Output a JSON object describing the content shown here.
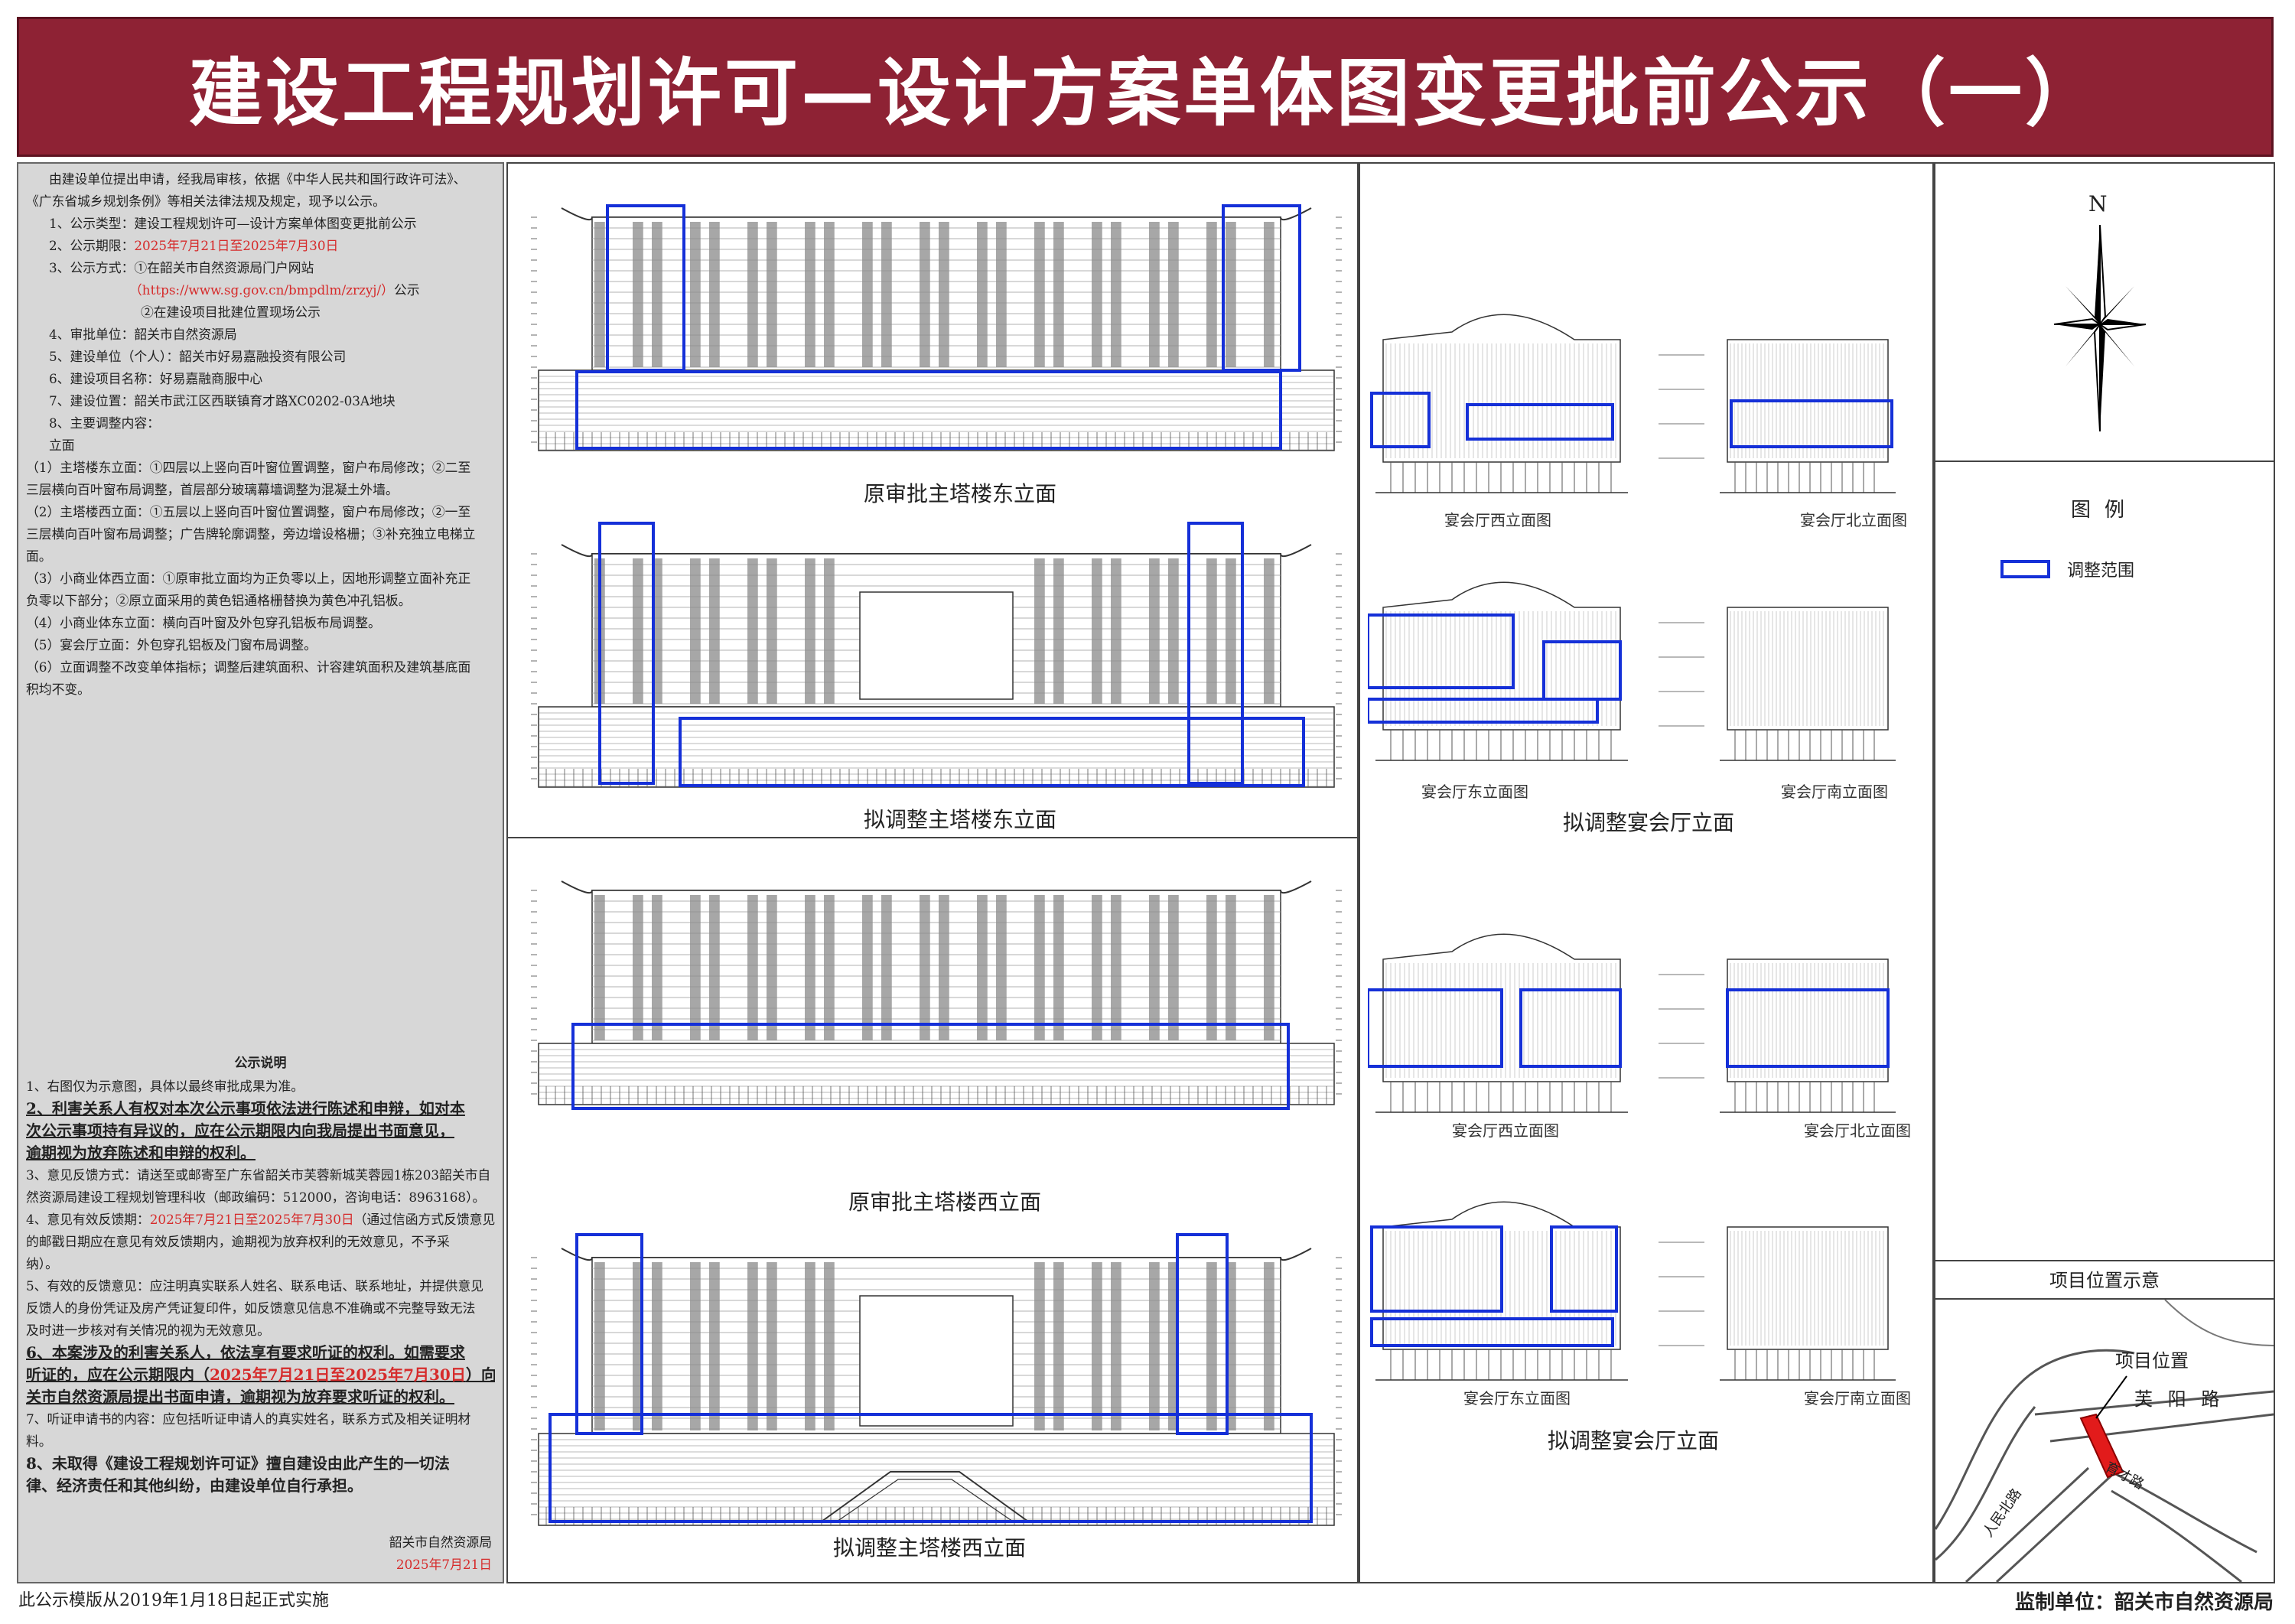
{
  "header": {
    "title": "建设工程规划许可—设计方案单体图变更批前公示（一）"
  },
  "intro": {
    "lines": [
      "由建设单位提出申请，经我局审核，依据《中华人民共和国行政许可法》、",
      "《广东省城乡规划条例》等相关法律法规及规定，现予以公示。",
      "1、公示类型：建设工程规划许可—设计方案单体图变更批前公示"
    ],
    "period_label": "2、公示期限：",
    "period_value": "2025年7月21日至2025年7月30日",
    "method_label": "3、公示方式：①在韶关市自然资源局门户网站",
    "method_url": "（https://www.sg.gov.cn/bmpdlm/zrzyj/）",
    "method_url_suffix": "公示",
    "method_site": "②在建设项目批建位置现场公示",
    "items": [
      "4、审批单位：韶关市自然资源局",
      "5、建设单位（个人）：韶关市好易嘉融投资有限公司",
      "6、建设项目名称：好易嘉融商服中心",
      "7、建设位置：韶关市武江区西联镇育才路XC0202-03A地块",
      "8、主要调整内容："
    ],
    "facade": "立面",
    "adjustments": [
      "（1）主塔楼东立面：①四层以上竖向百叶窗位置调整，窗户布局修改；②二至",
      "三层横向百叶窗布局调整，首层部分玻璃幕墙调整为混凝土外墙。",
      "（2）主塔楼西立面：①五层以上竖向百叶窗位置调整，窗户布局修改；②一至",
      "三层横向百叶窗布局调整；广告牌轮廓调整，旁边增设格栅；③补充独立电梯立",
      "面。",
      "（3）小商业体西立面：①原审批立面均为正负零以上，因地形调整立面补充正",
      "负零以下部分；②原立面采用的黄色铝通格栅替换为黄色冲孔铝板。",
      "（4）小商业体东立面：横向百叶窗及外包穿孔铝板布局调整。",
      "（5）宴会厅立面：外包穿孔铝板及门窗布局调整。",
      "（6）立面调整不改变单体指标；调整后建筑面积、计容建筑面积及建筑基底面",
      "积均不变。"
    ]
  },
  "notes": {
    "title": "公示说明",
    "n1": "1、右图仅为示意图，具体以最终审批成果为准。",
    "n2": [
      "2、利害关系人有权对本次公示事项依法进行陈述和申辩，如对本",
      "次公示事项持有异议的，应在公示期限内向我局提出书面意见，",
      "逾期视为放弃陈述和申辩的权利。"
    ],
    "n3": [
      "3、意见反馈方式：请送至或邮寄至广东省韶关市芙蓉新城芙蓉园1栋203韶关市自",
      "然资源局建设工程规划管理科收（邮政编码：512000，咨询电话：8963168）。"
    ],
    "n4_label": "4、意见有效反馈期：",
    "n4_period": "2025年7月21日至2025年7月30日",
    "n4_rest": "（通过信函方式反馈意见",
    "n4_more": [
      "的邮戳日期应在意见有效反馈期内，逾期视为放弃权利的无效意见，不予采",
      "纳）。"
    ],
    "n5": [
      "5、有效的反馈意见：应注明真实联系人姓名、联系电话、联系地址，并提供意见",
      "反馈人的身份凭证及房产凭证复印件，如反馈意见信息不准确或不完整导致无法",
      "及时进一步核对有关情况的视为无效意见。"
    ],
    "n6_a": "6、本案涉及的利害关系人，依法享有要求听证的权利。如需要求",
    "n6_b1": "听证的，应在公示期限内（",
    "n6_period": "2025年7月21日至2025年7月30日",
    "n6_b2": "）向韶",
    "n6_c": "关市自然资源局提出书面申请，逾期视为放弃要求听证的权利。",
    "n7": [
      "7、听证申请书的内容：应包括听证申请人的真实姓名，联系方式及相关证明材",
      "料。"
    ],
    "n8": [
      "8、未取得《建设工程规划许可证》擅自建设由此产生的一切法",
      "律、经济责任和其他纠纷，由建设单位自行承担。"
    ],
    "signature": "韶关市自然资源局",
    "date": "2025年7月21日"
  },
  "drawings": {
    "tower_captions": [
      "原审批主塔楼东立面",
      "拟调整主塔楼东立面",
      "原审批主塔楼西立面",
      "拟调整主塔楼西立面"
    ],
    "banquet_caption_1": "拟调整宴会厅立面",
    "banquet_caption_2": "拟调整宴会厅立面",
    "banquet_subs": [
      "宴会厅西立面图",
      "宴会厅北立面图",
      "宴会厅东立面图",
      "宴会厅南立面图",
      "宴会厅西立面图",
      "宴会厅北立面图",
      "宴会厅东立面图",
      "宴会厅南立面图"
    ]
  },
  "right": {
    "north": "N",
    "legend_title": "图例",
    "legend_label": "调整范围",
    "location_title": "项目位置示意",
    "project_label": "项目位置",
    "road_1": "芙 阳 路",
    "road_2": "人民北路",
    "road_3": "育才路"
  },
  "footer": {
    "note": "此公示模版从2019年1月18日起正式实施",
    "supervisor": "监制单位：韶关市自然资源局"
  },
  "colors": {
    "header_bg": "#8e2234",
    "highlight": "#1530d8",
    "date_red": "#d62b2b",
    "site_red": "#e21b1b"
  }
}
